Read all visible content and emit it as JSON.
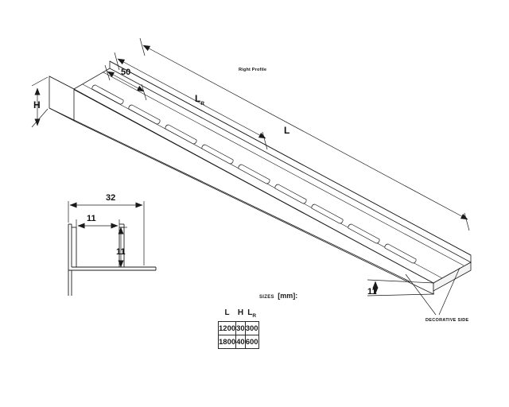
{
  "drawing": {
    "title_note": "Right Profile",
    "decorative_note": "DECORATIVE SIDE",
    "dimensions": {
      "length_label": "L",
      "height_label": "H",
      "slot_length_label": "L",
      "slot_length_subscript": "R",
      "pitch_value": "50",
      "section_overall_width": "32",
      "section_inner_width": "11",
      "section_height": "11",
      "end_height": "11"
    }
  },
  "sizes_table": {
    "caption_word": "SIZES",
    "caption_unit": "[mm]:",
    "headers": [
      "L",
      "H",
      "L"
    ],
    "header_subscripts": [
      "",
      "",
      "R"
    ],
    "rows": [
      [
        "1200",
        "30",
        "300"
      ],
      [
        "1800",
        "40",
        "600"
      ]
    ]
  },
  "colors": {
    "line": "#1a1a1a",
    "background": "#ffffff",
    "shade": "#f2f2f2"
  }
}
